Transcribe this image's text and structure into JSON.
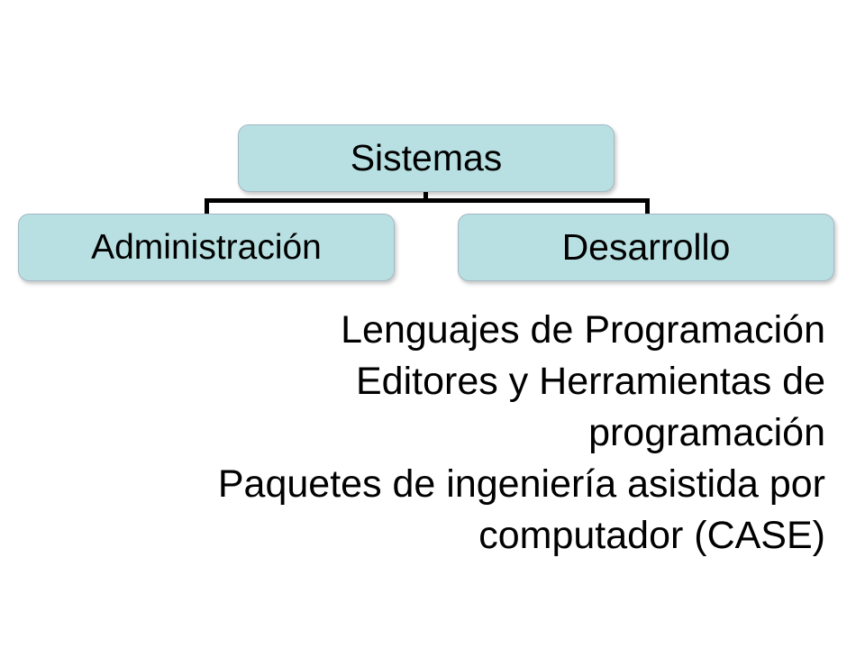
{
  "diagram": {
    "root": {
      "label": "Sistemas"
    },
    "children": [
      {
        "label": "Administración"
      },
      {
        "label": "Desarrollo"
      }
    ],
    "node_fill": "#b8e0e2",
    "node_border": "#a4b8c4",
    "connector_color": "#000000"
  },
  "body_text": {
    "lines": [
      "Lenguajes de Programación",
      "Editores y Herramientas de",
      "programación",
      "Paquetes de ingeniería asistida por",
      "computador (CASE)"
    ]
  }
}
